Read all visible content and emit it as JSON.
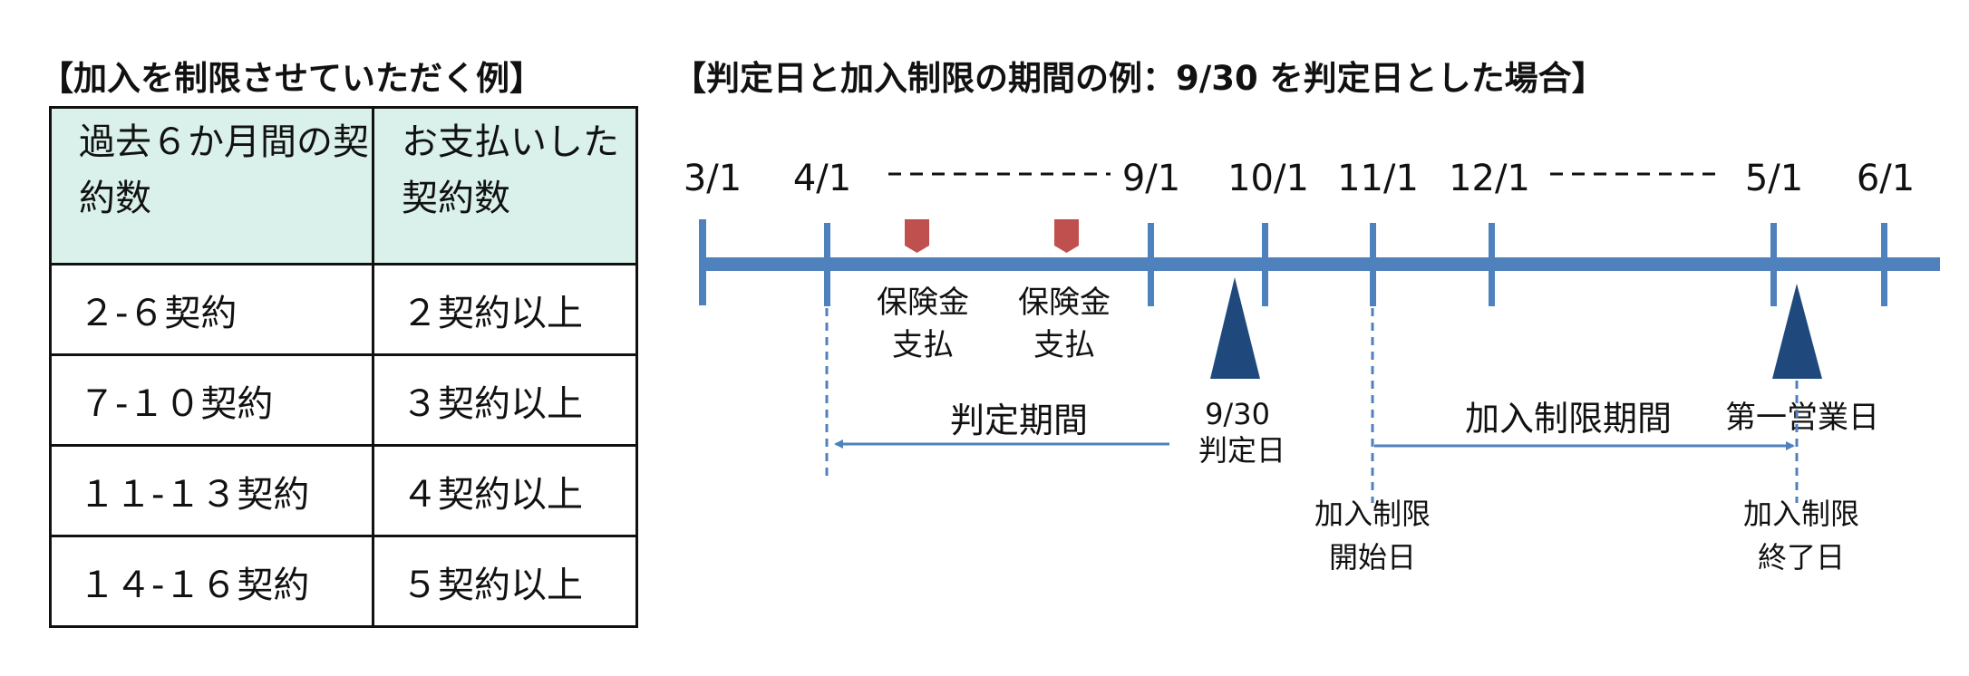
{
  "left": {
    "title": "【加入を制限させていただく例】",
    "table": {
      "headers": [
        "過去６か月間の契約数",
        "お支払いした契約数"
      ],
      "rows": [
        [
          "２-６契約",
          "２契約以上"
        ],
        [
          "７-１０契約",
          "３契約以上"
        ],
        [
          "１１-１３契約",
          "４契約以上"
        ],
        [
          "１４-１６契約",
          "５契約以上"
        ]
      ]
    }
  },
  "right": {
    "title": "【判定日と加入制限の期間の例：9/30 を判定日とした場合】",
    "date_labels": [
      "3/1",
      "4/1",
      "9/1",
      "10/1",
      "11/1",
      "12/1",
      "5/1",
      "6/1"
    ],
    "payment_labels": [
      {
        "line1": "保険金",
        "line2": "支払"
      },
      {
        "line1": "保険金",
        "line2": "支払"
      }
    ],
    "judgment_period_label": "判定期間",
    "judgment_day": {
      "line1": "9/30",
      "line2": "判定日"
    },
    "restriction_period_label": "加入制限期間",
    "first_business_day_label": "第一営業日",
    "restriction_start": {
      "line1": "加入制限",
      "line2": "開始日"
    },
    "restriction_end": {
      "line1": "加入制限",
      "line2": "終了日"
    },
    "colors": {
      "timeline": "#4f81bd",
      "triangle": "#1f497d",
      "payment_marker": "#c0504d",
      "table_header_bg": "#d9f1ea"
    }
  }
}
